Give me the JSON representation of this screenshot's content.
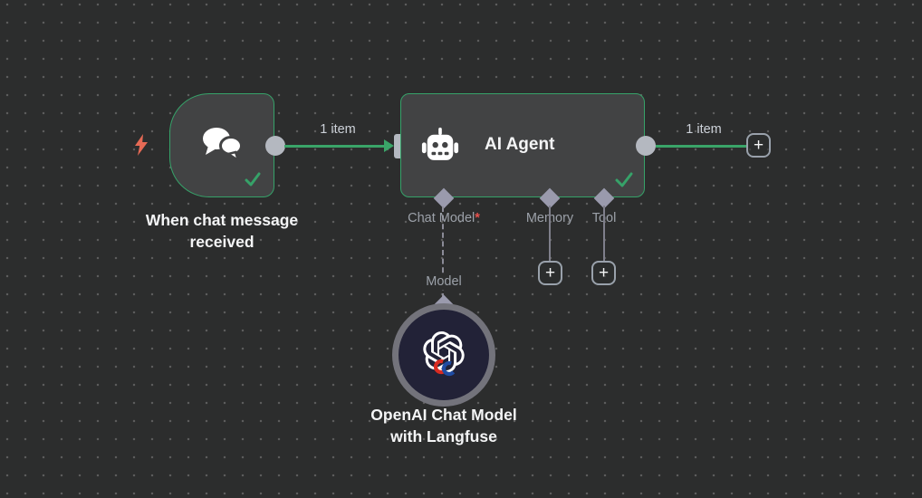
{
  "canvas": {
    "background": "#2c2d2d",
    "accent_green": "#36a269",
    "plus_glyph": "+"
  },
  "nodes": {
    "chat_trigger": {
      "title_line1": "When chat message",
      "title_line2": "received",
      "status": "success"
    },
    "ai_agent": {
      "title": "AI Agent",
      "status": "success",
      "sub_inputs": [
        {
          "label": "Chat Model",
          "required_mark": "*"
        },
        {
          "label": "Memory",
          "required_mark": ""
        },
        {
          "label": "Tool",
          "required_mark": ""
        }
      ]
    },
    "openai_model": {
      "title_line1": "OpenAI Chat Model",
      "title_line2": "with Langfuse",
      "connection_label": "Model"
    }
  },
  "connections": {
    "trigger_to_agent_label": "1 item",
    "agent_output_label": "1 item"
  }
}
